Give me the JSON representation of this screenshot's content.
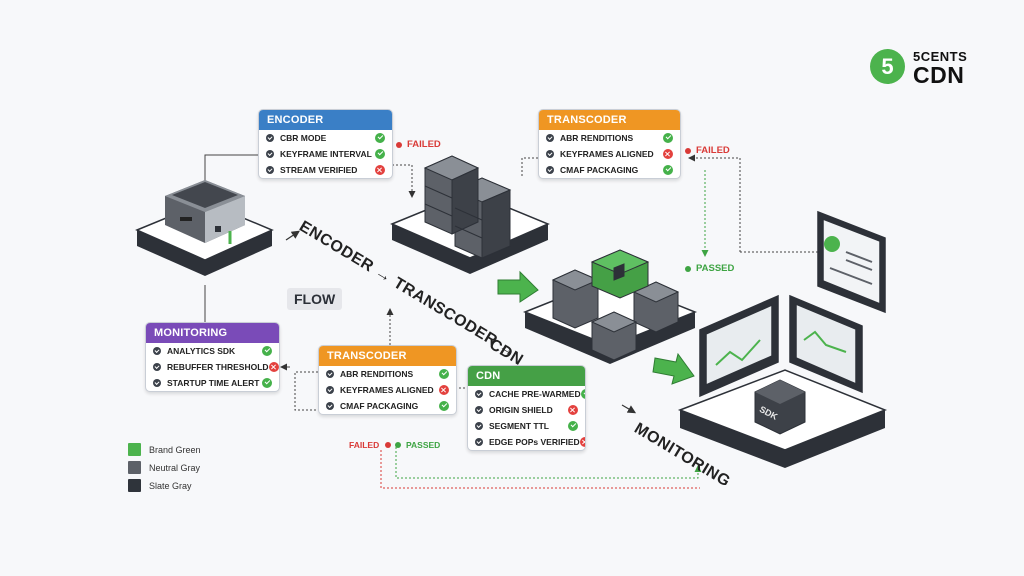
{
  "logo": {
    "mark": "5",
    "top": "5CENTS",
    "bottom": "CDN"
  },
  "flow_badge": "FLOW",
  "flow_labels": {
    "encoder_transcoder": "ENCODER → TRANSCODER →",
    "cdn": "CDN",
    "monitoring": "MONITORING"
  },
  "status_tags": {
    "failed": "FAILED",
    "passed": "PASSED"
  },
  "cards": {
    "encoder": {
      "title": "ENCODER",
      "color": "#3a7fc6",
      "rows": [
        {
          "label": "CBR MODE",
          "status": "pass"
        },
        {
          "label": "KEYFRAME INTERVAL",
          "status": "pass"
        },
        {
          "label": "STREAM VERIFIED",
          "status": "fail"
        }
      ]
    },
    "transcoder_top": {
      "title": "TRANSCODER",
      "color": "#ef9623",
      "rows": [
        {
          "label": "ABR RENDITIONS",
          "status": "pass"
        },
        {
          "label": "KEYFRAMES ALIGNED",
          "status": "fail"
        },
        {
          "label": "CMAF PACKAGING",
          "status": "pass"
        }
      ]
    },
    "monitoring": {
      "title": "MONITORING",
      "color": "#7a4bb8",
      "rows": [
        {
          "label": "ANALYTICS SDK",
          "status": "pass"
        },
        {
          "label": "REBUFFER THRESHOLD",
          "status": "fail"
        },
        {
          "label": "STARTUP TIME ALERT",
          "status": "pass"
        }
      ]
    },
    "transcoder_bottom": {
      "title": "TRANSCODER",
      "color": "#ef9623",
      "rows": [
        {
          "label": "ABR RENDITIONS",
          "status": "pass"
        },
        {
          "label": "KEYFRAMES ALIGNED",
          "status": "fail"
        },
        {
          "label": "CMAF PACKAGING",
          "status": "pass"
        }
      ]
    },
    "cdn": {
      "title": "CDN",
      "color": "#45a046",
      "rows": [
        {
          "label": "CACHE PRE-WARMED",
          "status": "pass"
        },
        {
          "label": "ORIGIN SHIELD",
          "status": "fail"
        },
        {
          "label": "SEGMENT TTL",
          "status": "pass"
        },
        {
          "label": "EDGE POPs VERIFIED",
          "status": "fail"
        }
      ]
    }
  },
  "legend": [
    {
      "label": "Brand Green",
      "color": "#4cb34d"
    },
    {
      "label": "Neutral Gray",
      "color": "#5d6168"
    },
    {
      "label": "Slate Gray",
      "color": "#2f343b"
    }
  ],
  "device_labels": {
    "sdk": "SDK"
  },
  "colors": {
    "failed": "#d93a37",
    "passed": "#3ea443",
    "arrow_green": "#4cb34d"
  }
}
